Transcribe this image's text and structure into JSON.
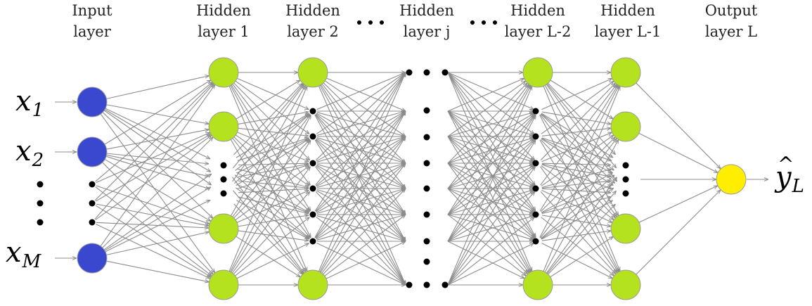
{
  "colors": {
    "input_node": "#3a48d0",
    "hidden_node": "#b5e21e",
    "output_node": "#ffee00",
    "node_stroke": "#9a9a9a",
    "edge": "#8c8c8c",
    "ellipsis": "#000000"
  },
  "layers": [
    {
      "id": "input",
      "title_line1": "Input",
      "title_line2": "layer"
    },
    {
      "id": "h1",
      "title_line1": "Hidden",
      "title_line2": "layer 1"
    },
    {
      "id": "h2",
      "title_line1": "Hidden",
      "title_line2": "layer 2"
    },
    {
      "id": "hj",
      "title_line1": "Hidden",
      "title_line2": "layer j"
    },
    {
      "id": "hL2",
      "title_line1": "Hidden",
      "title_line2": "layer L-2"
    },
    {
      "id": "hL1",
      "title_line1": "Hidden",
      "title_line2": "layer L-1"
    },
    {
      "id": "output",
      "title_line1": "Output",
      "title_line2": "layer L"
    }
  ],
  "inputs": [
    {
      "base": "x",
      "sub": "1"
    },
    {
      "base": "x",
      "sub": "2"
    },
    {
      "base": "x",
      "sub": "M"
    }
  ],
  "output_label": {
    "base": "y",
    "hat": "^",
    "sub": "L"
  }
}
